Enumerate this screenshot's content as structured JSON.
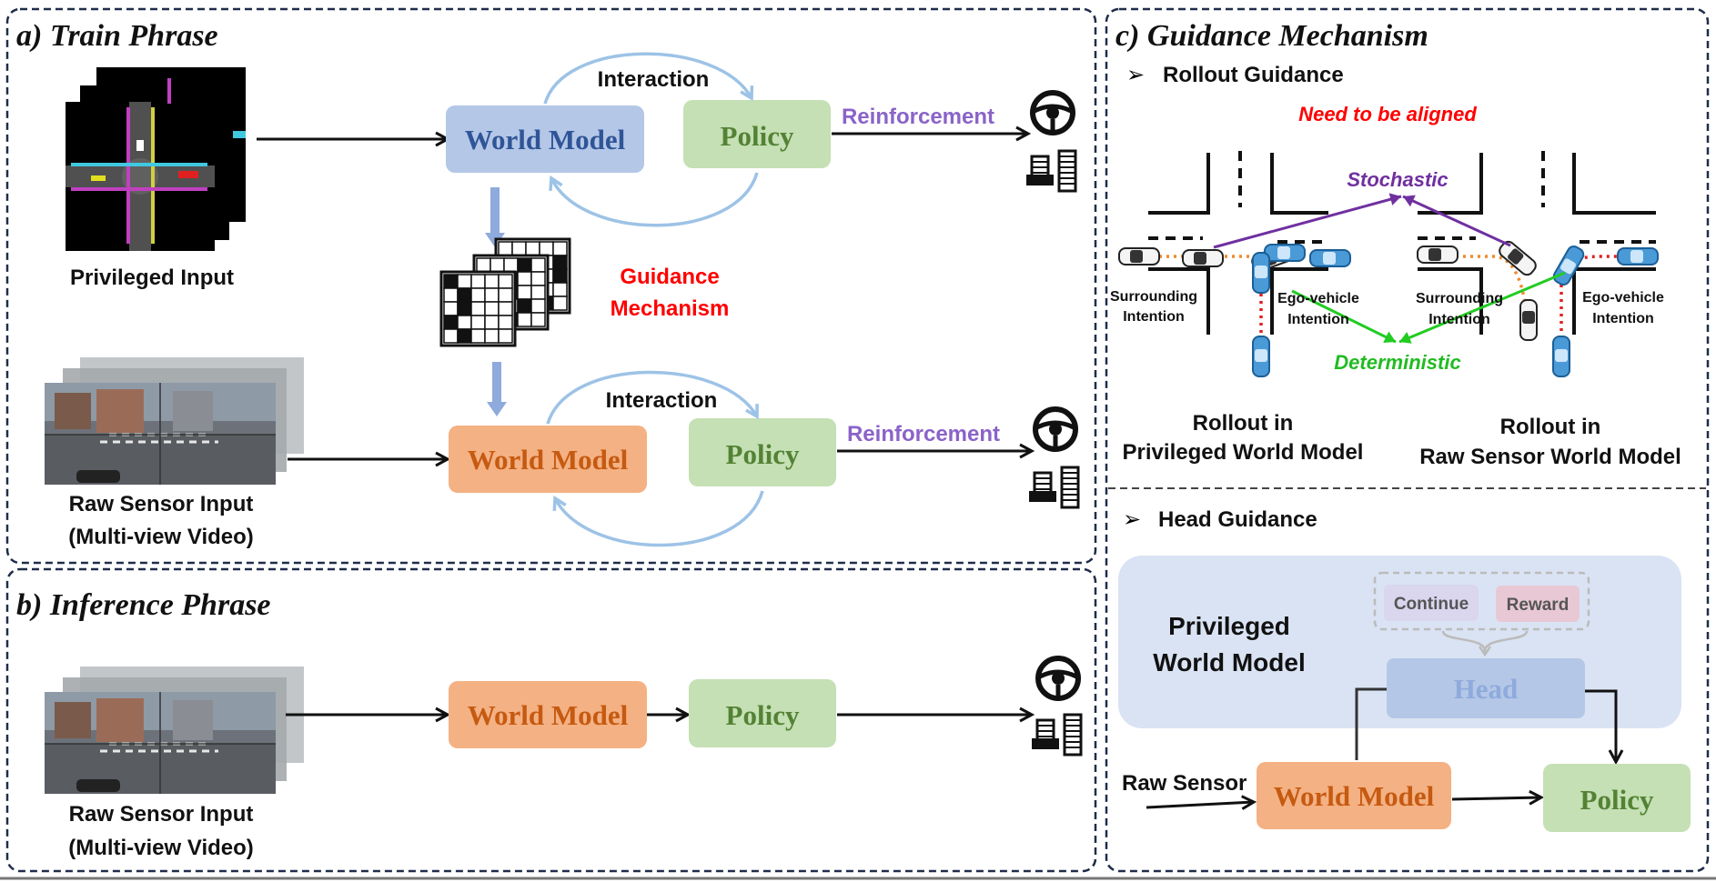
{
  "panels": {
    "train": {
      "title": "a) Train Phrase"
    },
    "inference": {
      "title": "b) Inference Phrase"
    },
    "guidance": {
      "title": "c) Guidance Mechanism"
    }
  },
  "train": {
    "privileged_input": "Privileged Input",
    "raw_sensor_input": "Raw Sensor Input",
    "raw_sensor_input_sub": "(Multi-view Video)",
    "world_model_top": "World Model",
    "policy_top": "Policy",
    "interaction_top": "Interaction",
    "reinforcement_top": "Reinforcement",
    "guidance_line1": "Guidance",
    "guidance_line2": "Mechanism",
    "world_model_bottom": "World Model",
    "policy_bottom": "Policy",
    "interaction_bottom": "Interaction",
    "reinforcement_bottom": "Reinforcement"
  },
  "inference": {
    "raw_sensor_input": "Raw Sensor Input",
    "raw_sensor_input_sub": "(Multi-view Video)",
    "world_model": "World Model",
    "policy": "Policy"
  },
  "rollout": {
    "heading": "Rollout Guidance",
    "need_aligned": "Need to be aligned",
    "stochastic": "Stochastic",
    "deterministic": "Deterministic",
    "left_surrounding_1": "Surrounding",
    "left_surrounding_2": "Intention",
    "left_ego_1": "Ego-vehicle",
    "left_ego_2": "Intention",
    "right_surrounding_1": "Surrounding",
    "right_surrounding_2": "Intention",
    "right_ego_1": "Ego-vehicle",
    "right_ego_2": "Intention",
    "caption_left_1": "Rollout in",
    "caption_left_2": "Privileged World Model",
    "caption_right_1": "Rollout in",
    "caption_right_2": "Raw Sensor World Model"
  },
  "head_guidance": {
    "heading": "Head Guidance",
    "privileged_1": "Privileged",
    "privileged_2": "World Model",
    "continue": "Continue",
    "reward": "Reward",
    "head": "Head",
    "raw_sensor": "Raw Sensor",
    "world_model": "World Model",
    "policy": "Policy"
  },
  "colors": {
    "blue_box": "#b4c7e7",
    "blue_text": "#2f5597",
    "orange_box": "#f4b183",
    "orange_text": "#c55a11",
    "green_box": "#c5e0b4",
    "green_text": "#548235",
    "purple": "#7030a0",
    "red": "#ff0000",
    "bright_green": "#22cc22"
  },
  "icons": [
    "steering-wheel-icon",
    "pedals-icon",
    "bev-map-icon",
    "mask-grid-icon",
    "camera-views-icon",
    "car-icon"
  ]
}
